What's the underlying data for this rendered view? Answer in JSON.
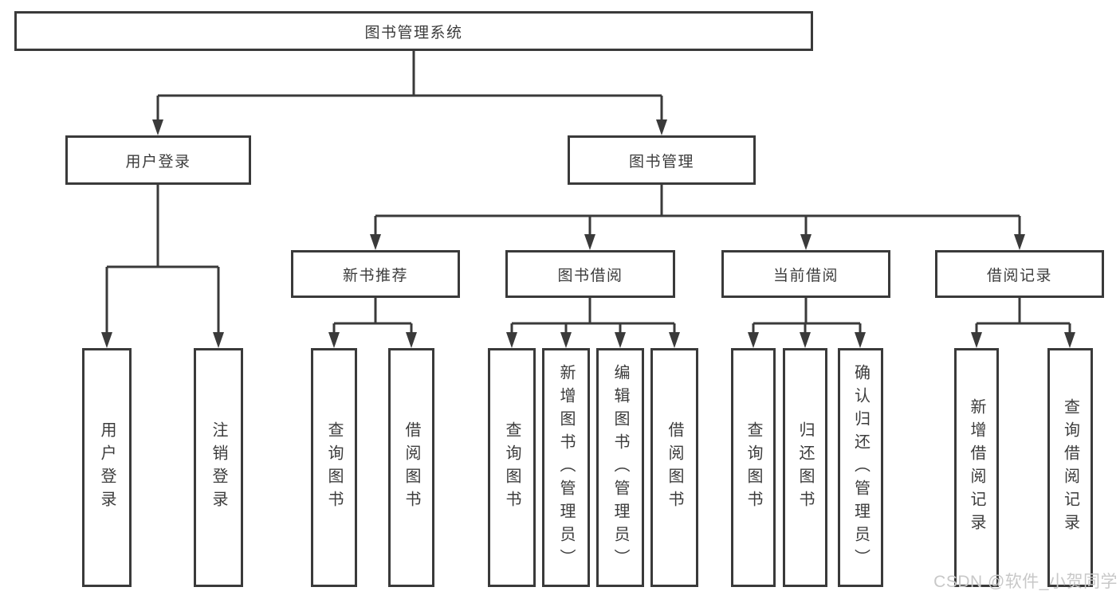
{
  "diagram_title": "图书管理系统",
  "tree": {
    "root": "图书管理系统",
    "branches": [
      {
        "label": "用户登录",
        "children": [
          "用户登录",
          "注销登录"
        ]
      },
      {
        "label": "图书管理",
        "groups": [
          {
            "label": "新书推荐",
            "children": [
              "查询图书",
              "借阅图书"
            ]
          },
          {
            "label": "图书借阅",
            "children": [
              "查询图书",
              "新增图书（管理员）",
              "编辑图书（管理员）",
              "借阅图书"
            ]
          },
          {
            "label": "当前借阅",
            "children": [
              "查询图书",
              "归还图书",
              "确认归还（管理员）"
            ]
          },
          {
            "label": "借阅记录",
            "children": [
              "新增借阅记录",
              "查询借阅记录"
            ]
          }
        ]
      }
    ]
  },
  "watermark": {
    "text": "CSDN @软件_小贺同学"
  },
  "colors": {
    "line": "#3a3a3a",
    "text": "#3c3c3c",
    "watermark": "#c8c8c8",
    "background": "#ffffff"
  }
}
